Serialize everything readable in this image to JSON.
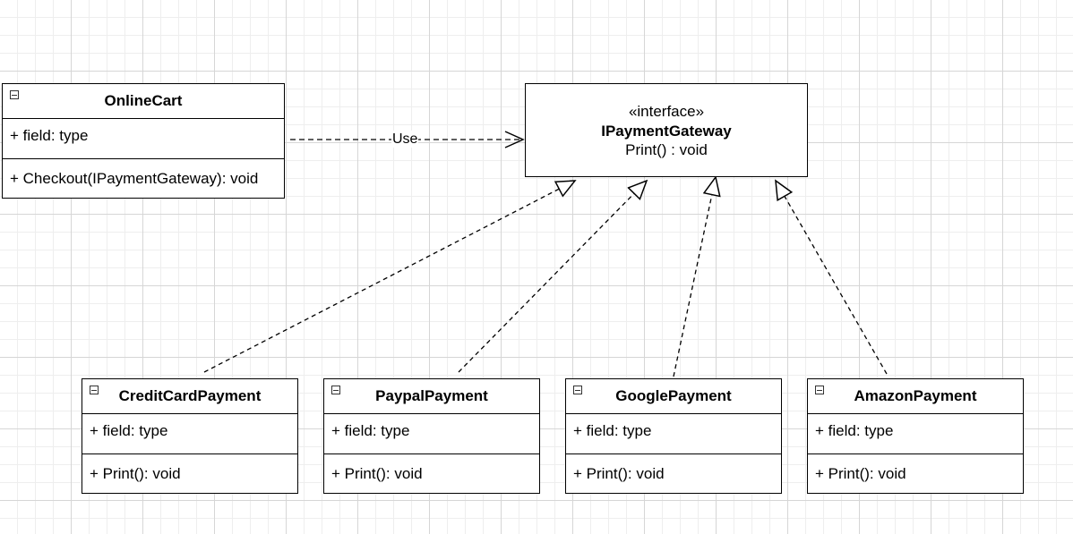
{
  "interface": {
    "stereotype": "«interface»",
    "name": "IPaymentGateway",
    "operation": "Print() : void"
  },
  "online_cart": {
    "name": "OnlineCart",
    "attribute": "+ field: type",
    "operation": "+ Checkout(IPaymentGateway): void"
  },
  "use_label": "Use",
  "implementations": [
    {
      "name": "CreditCardPayment",
      "attribute": "+ field: type",
      "operation": "+ Print(): void"
    },
    {
      "name": "PaypalPayment",
      "attribute": "+ field: type",
      "operation": "+ Print(): void"
    },
    {
      "name": "GooglePayment",
      "attribute": "+ field: type",
      "operation": "+ Print(): void"
    },
    {
      "name": "AmazonPayment",
      "attribute": "+ field: type",
      "operation": "+ Print(): void"
    }
  ]
}
